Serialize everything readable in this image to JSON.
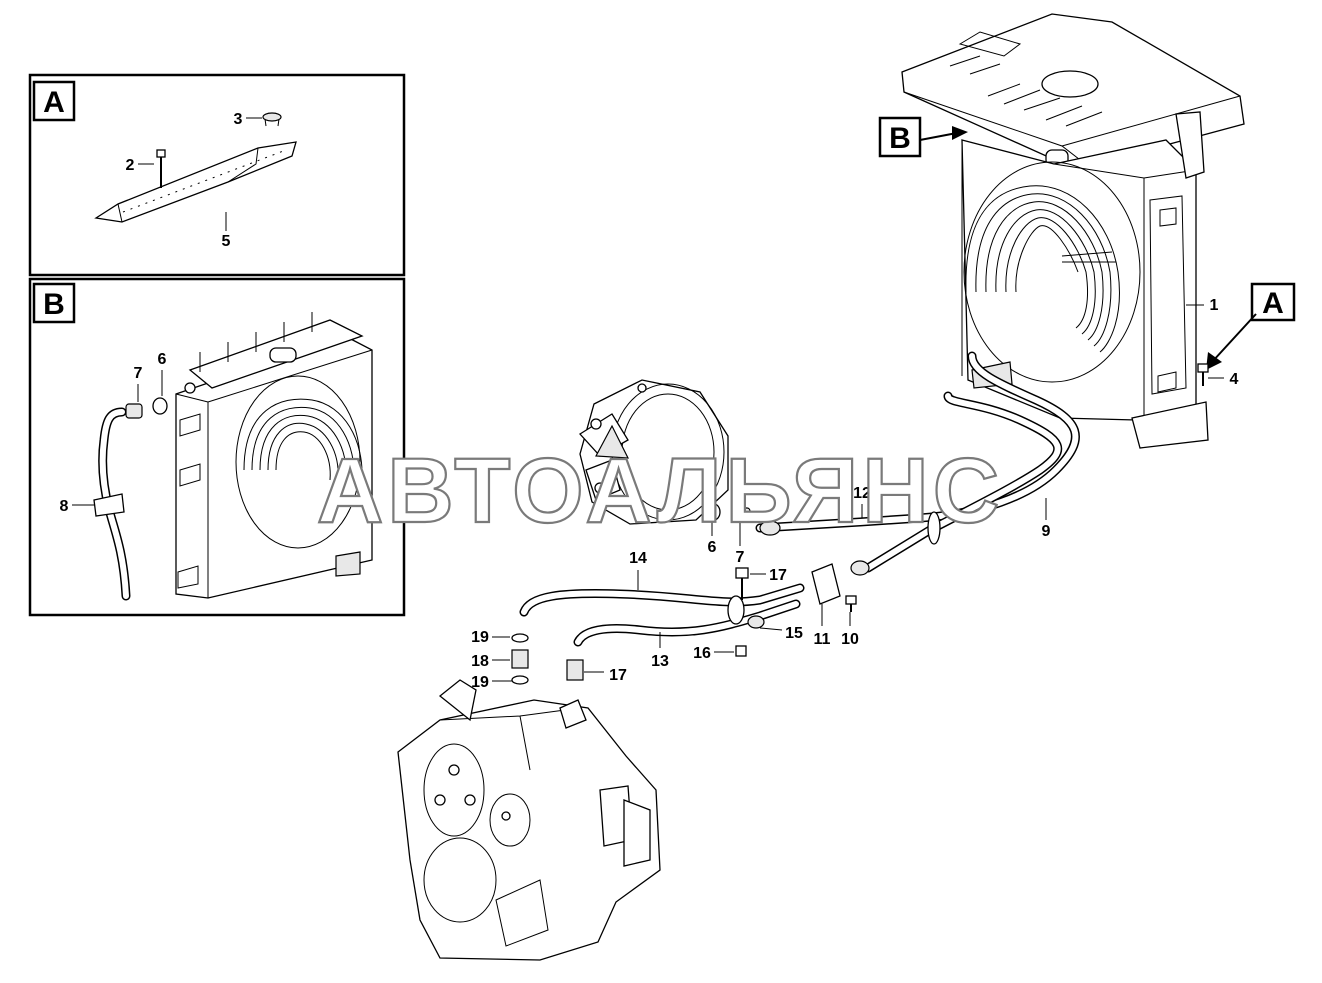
{
  "detail_views": {
    "a": {
      "tag": "A",
      "callouts": [
        "3",
        "2",
        "5"
      ]
    },
    "b": {
      "tag": "B",
      "callouts": [
        "7",
        "6",
        "8"
      ]
    }
  },
  "main_view": {
    "view_markers": {
      "b": "B",
      "a": "A"
    },
    "callouts": [
      "1",
      "4",
      "9",
      "12",
      "6",
      "7",
      "14",
      "17",
      "19",
      "18",
      "19",
      "13",
      "16",
      "15",
      "11",
      "10",
      "17"
    ]
  },
  "watermark": "АВТОАЛЬЯНС"
}
